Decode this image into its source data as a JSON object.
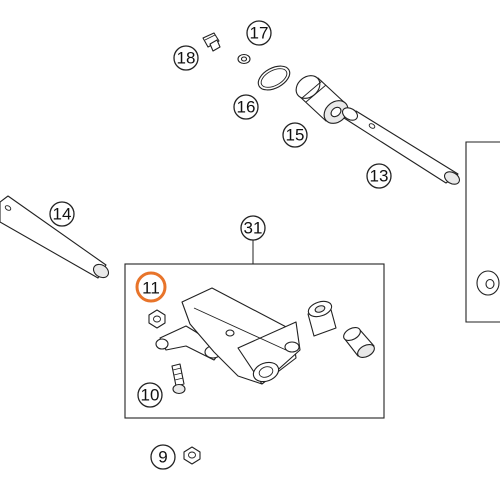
{
  "diagram": {
    "callouts": [
      {
        "id": "c17",
        "label": "17"
      },
      {
        "id": "c18",
        "label": "18"
      },
      {
        "id": "c16",
        "label": "16"
      },
      {
        "id": "c15",
        "label": "15"
      },
      {
        "id": "c13",
        "label": "13"
      },
      {
        "id": "c14",
        "label": "14"
      },
      {
        "id": "c31",
        "label": "31"
      },
      {
        "id": "c11",
        "label": "11",
        "highlighted": true
      },
      {
        "id": "c10",
        "label": "10"
      },
      {
        "id": "c9",
        "label": "9"
      }
    ],
    "highlight_color": "#e8742a",
    "line_color": "#222222"
  }
}
